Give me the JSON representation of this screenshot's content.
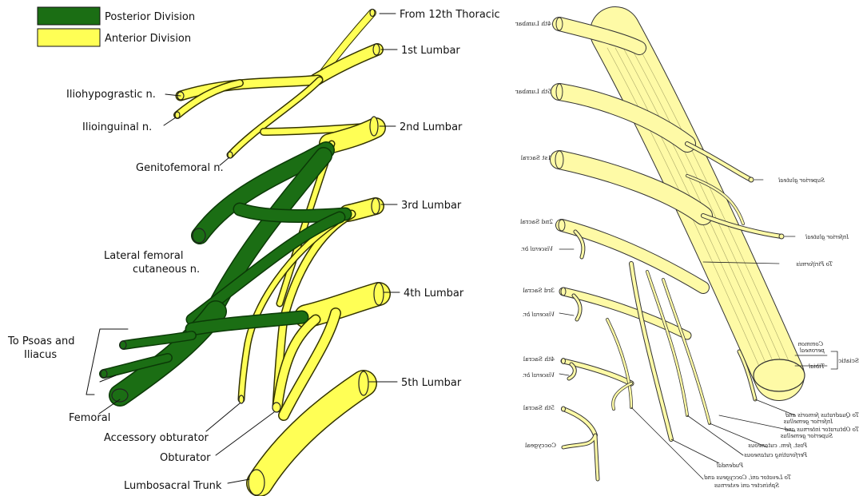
{
  "colors": {
    "posterior": "#1b6e14",
    "anterior": "#ffff55",
    "anterior_outline": "#444400",
    "drawing_fill": "#fefaa6"
  },
  "legend": {
    "posterior": "Posterior Division",
    "anterior": "Anterior Division"
  },
  "left_diagram": {
    "roots": {
      "t12": "From 12th Thoracic",
      "l1": "1st Lumbar",
      "l2": "2nd Lumbar",
      "l3": "3rd Lumbar",
      "l4": "4th Lumbar",
      "l5": "5th Lumbar"
    },
    "branches": {
      "iliohypogastric": "Iliohypograstic n.",
      "ilioinguinal": "Ilioinguinal n.",
      "genitofemoral": "Genitofemoral n.",
      "lateral_femoral_1": "Lateral femoral",
      "lateral_femoral_2": "cutaneous n.",
      "psoas_1": "To Psoas and",
      "psoas_2": "Iliacus",
      "femoral": "Femoral",
      "accessory_obturator": "Accessory obturator",
      "obturator": "Obturator",
      "lumbosacral": "Lumbosacral Trunk"
    }
  },
  "right_diagram": {
    "roots": {
      "l4": "4th Lumbar",
      "l5": "5th Lumbar",
      "s1": "1st Sacral",
      "s2": "2nd Sacral",
      "s3": "3rd Sacral",
      "s4": "4th Sacral",
      "s5": "5th Sacral",
      "coccygeal": "Coccygeal"
    },
    "visceral": "Visceral br.",
    "branches": {
      "superior_gluteal": "Superior gluteal",
      "inferior_gluteal": "Inferior gluteal",
      "piriformis": "To Piriformis",
      "common_peroneal_1": "Common",
      "common_peroneal_2": "peroneal",
      "sciatic": "Sciatic",
      "tibial": "Tibial",
      "quadratus_1": "To Quadratus femoris and",
      "quadratus_2": "Inferior gemellus",
      "obturator_int_1": "To Obturator internus and",
      "obturator_int_2": "Superior gemellus",
      "post_fem": "Post. fem. cutaneous",
      "perforating": "Perforating cutaneous",
      "pudendal": "Pudendal",
      "levator_1": "To Levator ani, Coccygeus and",
      "levator_2": "Sphincter ani externus"
    }
  }
}
